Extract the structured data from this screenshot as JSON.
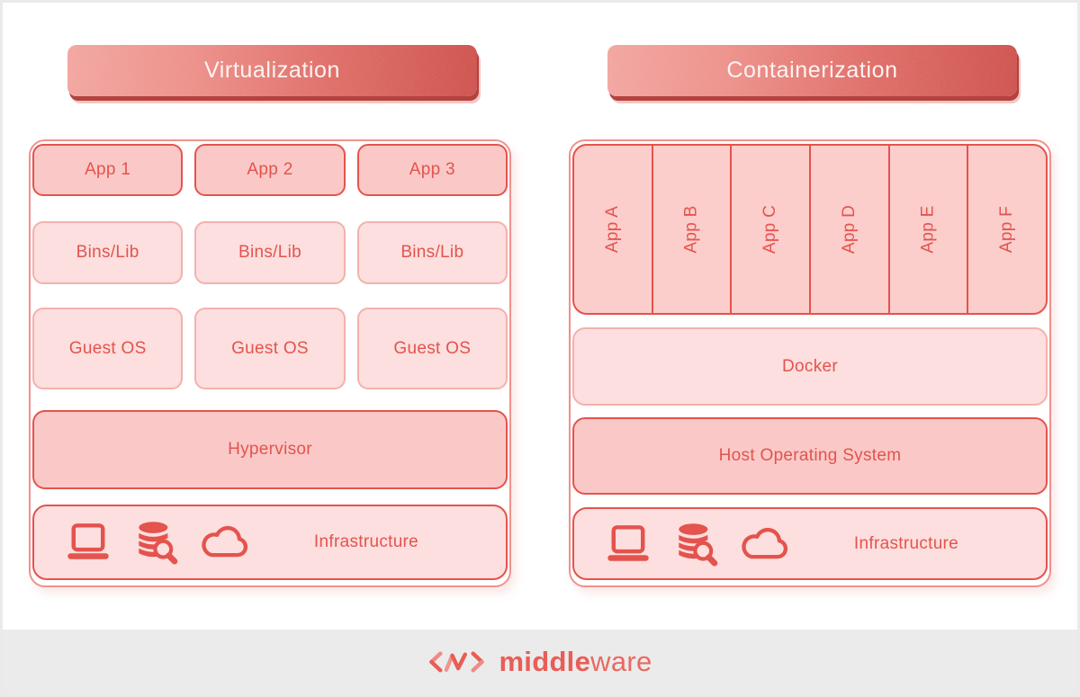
{
  "headers": {
    "left": "Virtualization",
    "right": "Containerization"
  },
  "virtualization": {
    "apps": [
      "App 1",
      "App 2",
      "App 3"
    ],
    "bins": [
      "Bins/Lib",
      "Bins/Lib",
      "Bins/Lib"
    ],
    "guests": [
      "Guest OS",
      "Guest OS",
      "Guest OS"
    ],
    "hypervisor": "Hypervisor",
    "infrastructure": "Infrastructure"
  },
  "containerization": {
    "apps": [
      "App A",
      "App B",
      "App C",
      "App D",
      "App E",
      "App F"
    ],
    "docker": "Docker",
    "host_os": "Host Operating System",
    "infrastructure": "Infrastructure"
  },
  "footer": {
    "brand_bold": "middle",
    "brand_light": "ware"
  },
  "icons": [
    "laptop-icon",
    "database-search-icon",
    "cloud-icon",
    "code-brackets-logo-icon"
  ],
  "colors": {
    "accent": "#e4534d",
    "strong_fill": "#fac9c7",
    "light_fill": "#fcdfde",
    "light_border": "#f3b1ad",
    "panel_border": "#f0918c",
    "banner_gradient_start": "#f2a19b",
    "banner_gradient_end": "#cc4b46",
    "banner_bevel": "#b4423f",
    "banner_text": "#fdf3f2",
    "footer_bg": "#ebebeb",
    "logo_red": "#e85e57"
  }
}
